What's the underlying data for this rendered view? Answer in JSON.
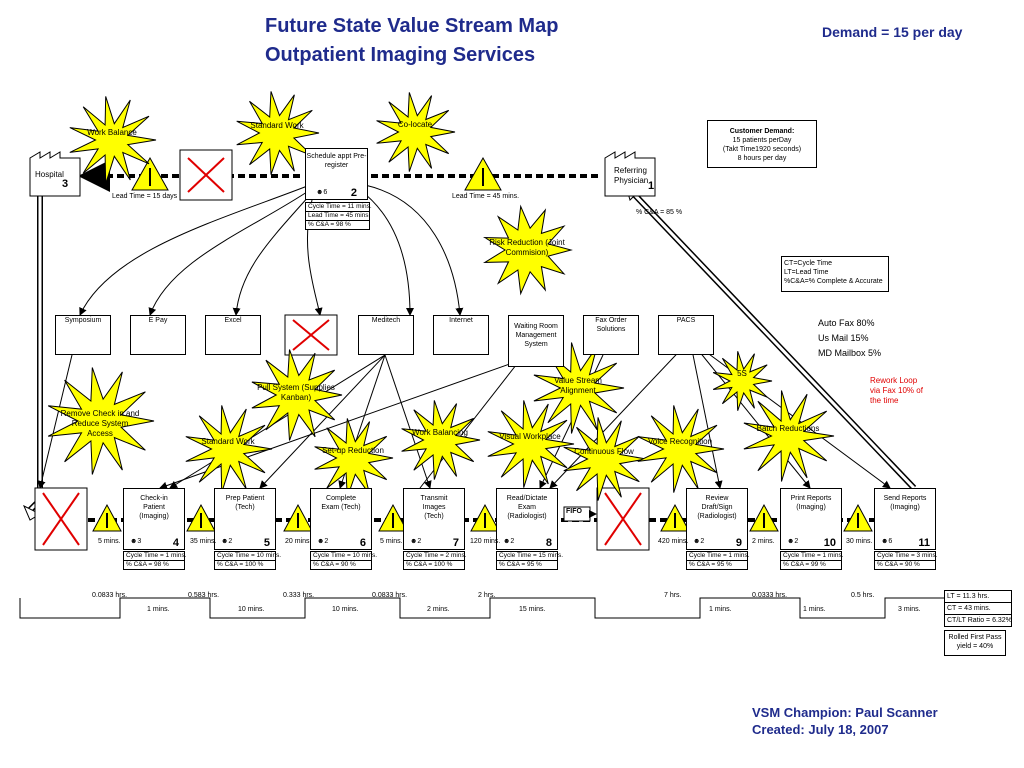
{
  "header": {
    "title_line1": "Future State Value Stream Map",
    "title_line2": "Outpatient Imaging Services",
    "demand": "Demand = 15 per day"
  },
  "footer": {
    "champion": "VSM Champion:  Paul Scanner",
    "created": "Created:  July 18, 2007"
  },
  "colors": {
    "title": "#1f2b8c",
    "burst": "#ffff00",
    "triangle": "#ffff00",
    "red": "#e00000"
  },
  "customer_demand": {
    "title": "Customer Demand:",
    "line1": "15 patients perDay",
    "line2": "(Takt Time1920 seconds)",
    "line3": "8 hours per day"
  },
  "legend": {
    "ct": "CT=Cycle Time",
    "lt": "LT=Lead Time",
    "ca": "%C&A=% Complete & Accurate"
  },
  "fax": {
    "line1": "Auto Fax 80%",
    "line2": "Us Mail 15%",
    "line3": "MD Mailbox 5%"
  },
  "rework": {
    "line1": "Rework Loop",
    "line2": "via Fax 10% of",
    "line3": "the time"
  },
  "top": {
    "hospital": "Hospital",
    "hospital_num": "3",
    "referring": "Referring Physician",
    "referring_num": "1",
    "referring_ca": "% C&A = 85 %",
    "lead_left": "Lead Time = 15 days",
    "lead_right": "Lead Time = 45 mins.",
    "schedule": "Schedule appt Pre-register",
    "schedule_ops": "6",
    "schedule_num": "2",
    "schedule_data": [
      "Cycle Time = 11 mins.",
      "Lead Time = 45 mins.",
      "% C&A = 98 %"
    ]
  },
  "info_systems": [
    "Symposium",
    "E Pay",
    "Excel",
    "Meditech",
    "Internet",
    "Waiting Room Management System",
    "Fax Order Solutions",
    "PACS"
  ],
  "bursts": [
    {
      "label": "Work Balance"
    },
    {
      "label": "Standard Work"
    },
    {
      "label": "Co-locate"
    },
    {
      "label": "Risk Reduction (Joint Commision)"
    },
    {
      "label": "Value Stream Alignment"
    },
    {
      "label": "5S"
    },
    {
      "label": "Remove Check in and Reduce System Access"
    },
    {
      "label": "Pull System (Supplies Kanban)"
    },
    {
      "label": "Standard Work"
    },
    {
      "label": "Set-up Reduction"
    },
    {
      "label": "Work Balancing"
    },
    {
      "label": "Visual Workplace"
    },
    {
      "label": "Continuous Flow"
    },
    {
      "label": "Voice Recognition"
    },
    {
      "label": "Batch Reductions"
    }
  ],
  "processes": [
    {
      "name": "Check-in Patient (Imaging)",
      "ops": "3",
      "num": "4",
      "data": [
        "Cycle Time = 1 mins.",
        "% C&A = 98 %"
      ]
    },
    {
      "name": "Prep Patient (Tech)",
      "ops": "2",
      "num": "5",
      "data": [
        "Cycle Time = 10 mins.",
        "% C&A = 100 %"
      ]
    },
    {
      "name": "Complete Exam (Tech)",
      "ops": "2",
      "num": "6",
      "data": [
        "Cycle Time = 10 mins.",
        "% C&A = 90 %"
      ]
    },
    {
      "name": "Transmit Images (Tech)",
      "ops": "2",
      "num": "7",
      "data": [
        "Cycle Time = 2 mins.",
        "% C&A = 100 %"
      ]
    },
    {
      "name": "Read/Dictate Exam (Radiologist)",
      "ops": "2",
      "num": "8",
      "data": [
        "Cycle Time = 15 mins.",
        "% C&A = 95 %"
      ]
    },
    {
      "name": "Review Draft/Sign (Radiologist)",
      "ops": "2",
      "num": "9",
      "data": [
        "Cycle Time = 1 mins.",
        "% C&A = 95 %"
      ]
    },
    {
      "name": "Print Reports (Imaging)",
      "ops": "2",
      "num": "10",
      "data": [
        "Cycle Time = 1 mins.",
        "% C&A = 99 %"
      ]
    },
    {
      "name": "Send Reports (Imaging)",
      "ops": "6",
      "num": "11",
      "data": [
        "Cycle Time = 3 mins.",
        "% C&A = 90 %"
      ]
    }
  ],
  "wait_times": [
    "5 mins.",
    "35 mins.",
    "20 mins.",
    "5 mins.",
    "120 mins.",
    "420 mins.",
    "2 mins.",
    "30 mins."
  ],
  "fifo": "FIFO",
  "timeline_top": [
    "0.0833 hrs.",
    "0.583 hrs.",
    "0.333 hrs.",
    "0.0833 hrs.",
    "2 hrs.",
    "7 hrs.",
    "0.0333 hrs.",
    "0.5 hrs."
  ],
  "timeline_bottom": [
    "1 mins.",
    "10 mins.",
    "10 mins.",
    "2 mins.",
    "15 mins.",
    "1 mins.",
    "1 mins.",
    "3 mins."
  ],
  "summary": {
    "lt": "LT = 11.3 hrs.",
    "ct": "CT = 43 mins.",
    "ratio": "CT/LT Ratio = 6.32%",
    "rfp": "Rolled First Pass yield = 40%"
  }
}
